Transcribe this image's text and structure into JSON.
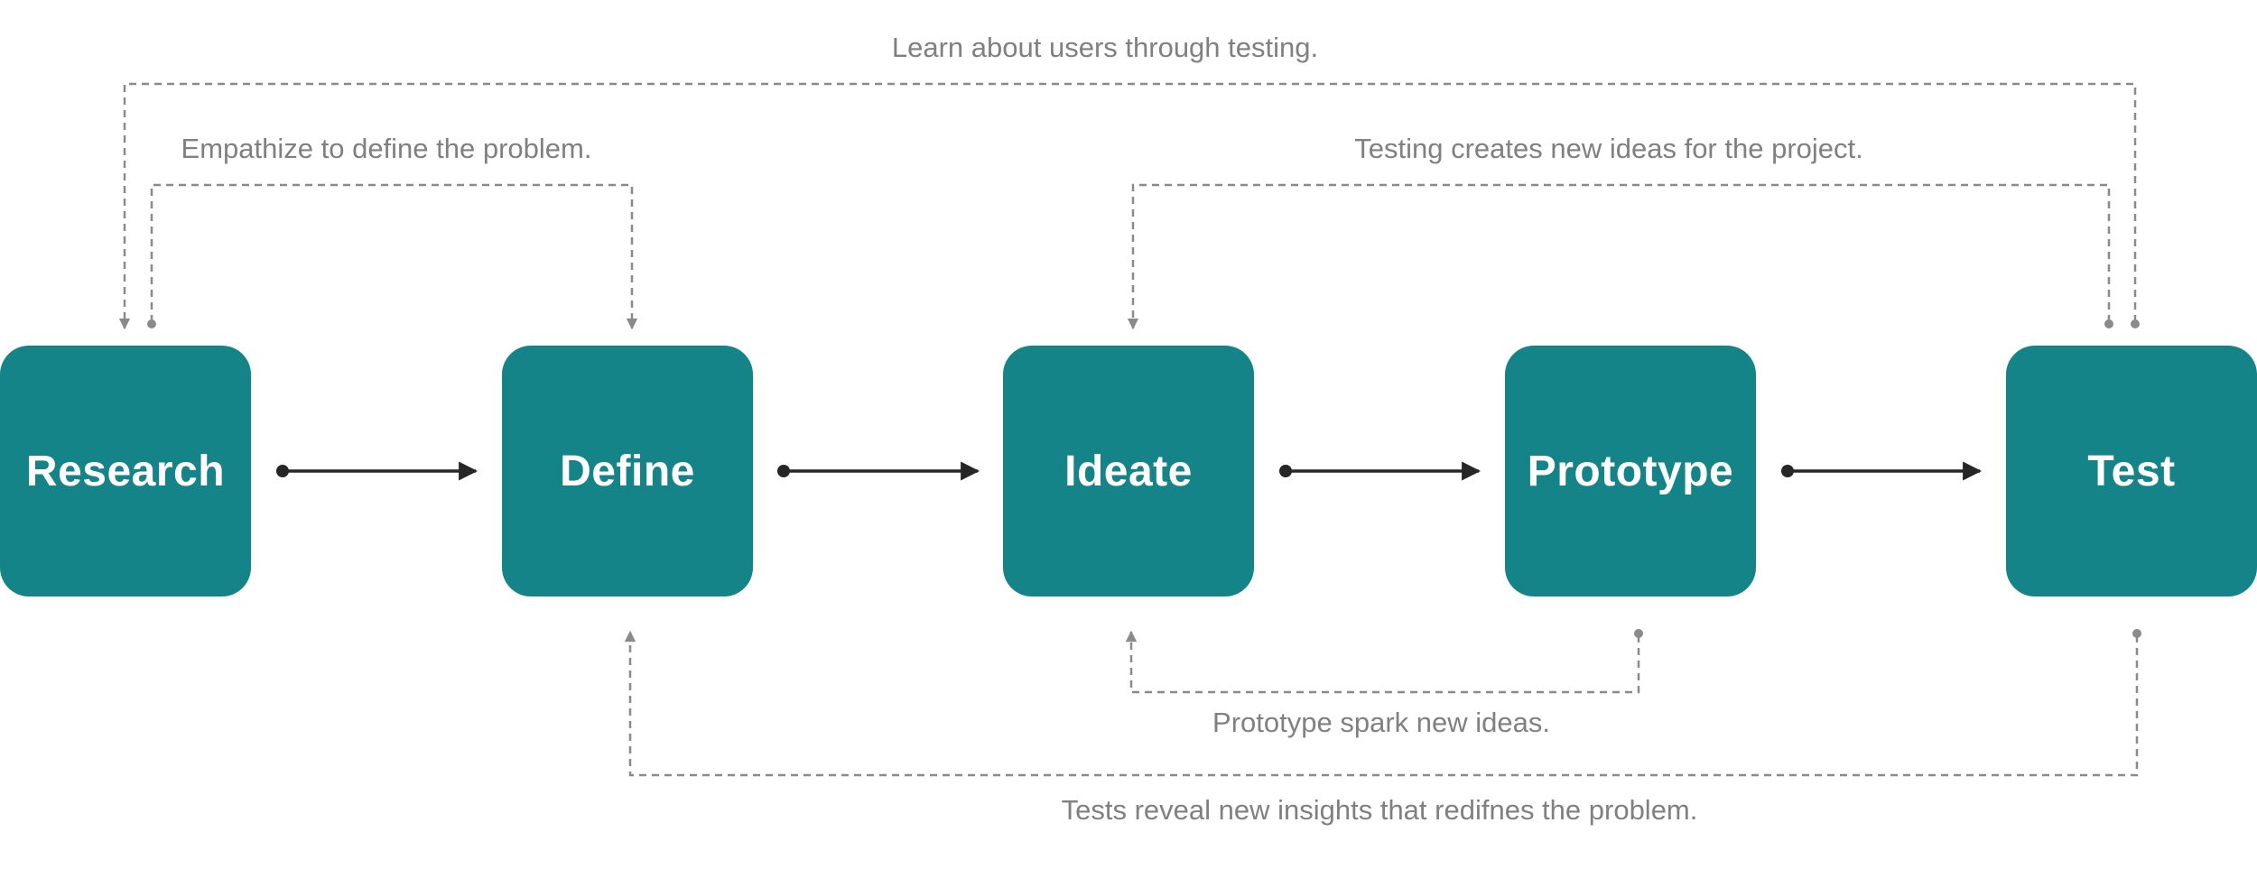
{
  "stages": [
    {
      "id": "research",
      "label": "Research"
    },
    {
      "id": "define",
      "label": "Define"
    },
    {
      "id": "ideate",
      "label": "Ideate"
    },
    {
      "id": "prototype",
      "label": "Prototype"
    },
    {
      "id": "test",
      "label": "Test"
    }
  ],
  "loops": {
    "learn_users": "Learn about users through testing.",
    "empathize": "Empathize to define the problem.",
    "testing_ideas": "Testing creates new ideas for the project.",
    "prototype_spark": "Prototype spark new ideas.",
    "tests_reveal": "Tests reveal new insights that redifnes the problem."
  },
  "colors": {
    "stage_fill": "#158488",
    "stage_text": "#ffffff",
    "connector": "#262626",
    "loop_line": "#8a8a8a",
    "loop_text": "#808080"
  }
}
